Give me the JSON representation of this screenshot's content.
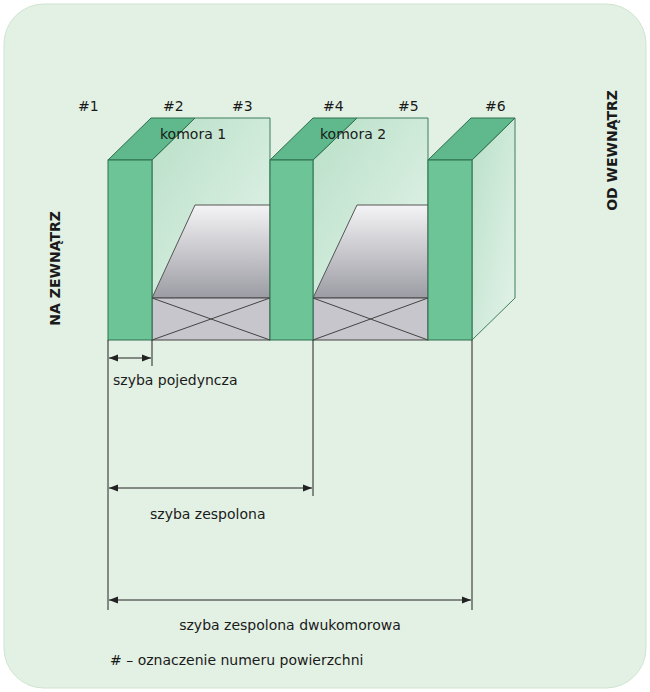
{
  "diagram": {
    "labels": [
      "#1",
      "#2",
      "komora 1",
      "#3",
      "#4",
      "komora 2",
      "#5",
      "#6",
      "NA ZEWNĄTRZ",
      "OD WEWNĄTRZ",
      "szyba pojedyncza",
      "szyba zespolona",
      "szyba zespolona dwukomorowa",
      "# – oznaczenie numeru powierzchni"
    ]
  }
}
